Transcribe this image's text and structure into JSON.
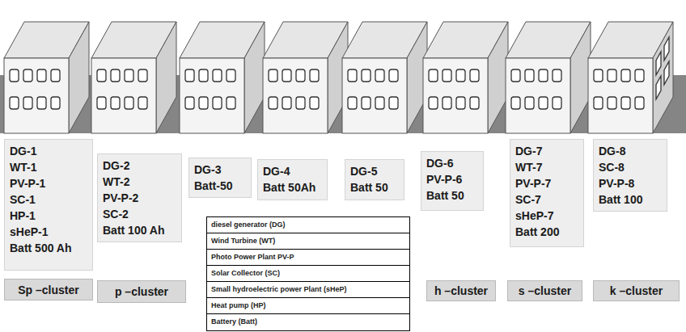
{
  "diagram": {
    "nodes": [
      {
        "text": [
          "DG-1",
          "WT-1",
          "PV-P-1",
          "SC-1",
          "HP-1",
          "sHeP-1",
          "Batt 500 Ah"
        ]
      },
      {
        "text": [
          "DG-2",
          "WT-2",
          "PV-P-2",
          "SC-2",
          "Batt 100 Ah"
        ]
      },
      {
        "text": [
          "DG-3",
          "Batt-50"
        ]
      },
      {
        "text": [
          "DG-4",
          "Batt 50Ah"
        ]
      },
      {
        "text": [
          "DG-5",
          "Batt 50"
        ]
      },
      {
        "text": [
          "DG-6",
          "PV-P-6",
          "Batt 50"
        ]
      },
      {
        "text": [
          "DG-7",
          "WT-7",
          "PV-P-7",
          "SC-7",
          "sHeP-7",
          "Batt 200"
        ]
      },
      {
        "text": [
          "DG-8",
          "SC-8",
          "PV-P-8",
          "Batt 100"
        ]
      },
      {
        "text": [
          "Sp –cluster"
        ]
      },
      {
        "text": [
          "p –cluster"
        ]
      },
      {
        "text": [
          "h –cluster"
        ]
      },
      {
        "text": [
          "s –cluster"
        ]
      },
      {
        "text": [
          "k –cluster"
        ]
      }
    ],
    "labels": [
      "diesel generator (DG)",
      "Wind Turbine (WT)",
      "Photo Power Plant PV-P",
      "Solar Collector (SC)",
      "Small hydroelectric power Plant (sHeP)",
      "Heat pump (HP)",
      "Battery (Batt)"
    ]
  }
}
